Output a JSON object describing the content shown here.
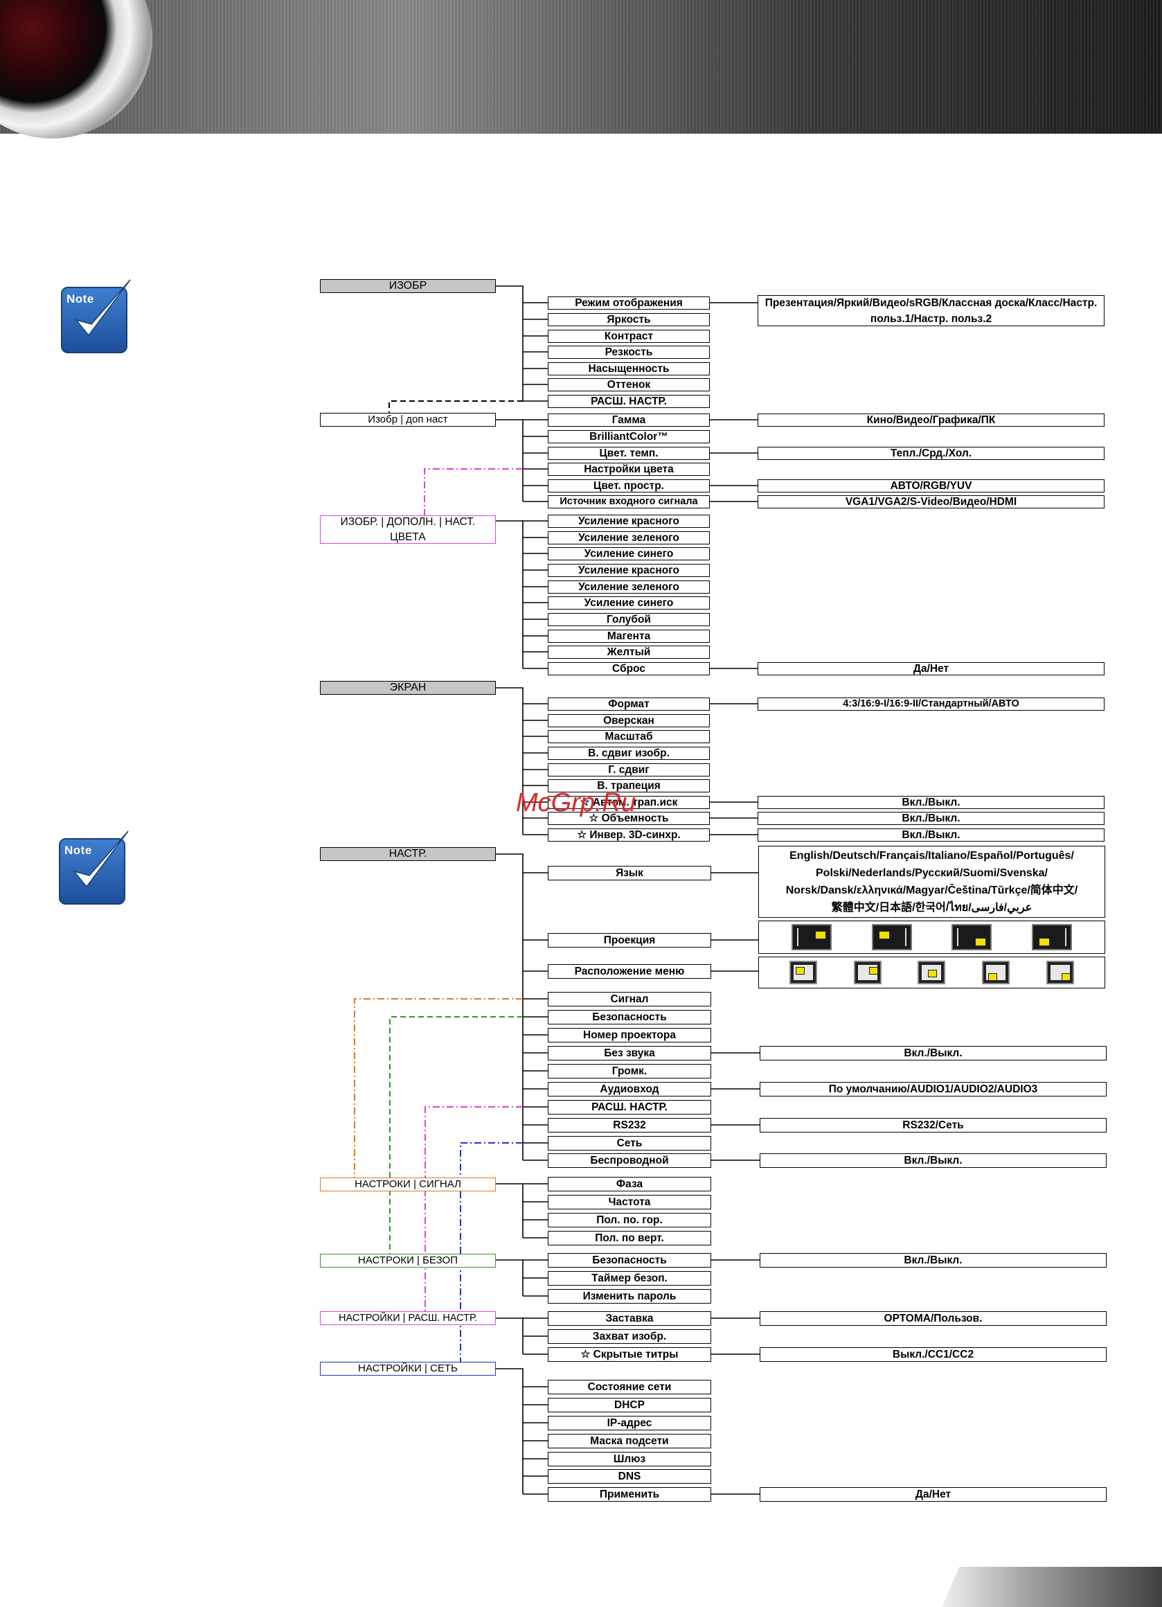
{
  "watermark": "McGrp.Ru",
  "note_label": "Note",
  "image_menu": {
    "header": "ИЗОБР",
    "items": [
      "Режим отображения",
      "Яркость",
      "Контраст",
      "Резкость",
      "Насыщенность",
      "Оттенок",
      "РАСШ. НАСТР."
    ],
    "display_mode_options": "Презентация/Яркий/Видео/sRGB/Классная доска/Класс/Настр. польз.1/Настр. польз.2"
  },
  "image_advanced": {
    "header": "Изобр | доп наст",
    "items": [
      "Гамма",
      "BrilliantColor™",
      "Цвет. темп.",
      "Настройки цвета",
      "Цвет. простр.",
      "Источник входного сигнала"
    ],
    "options": {
      "gamma": "Кино/Видео/Графика/ПК",
      "color_temp": "Тепл./Срд./Хол.",
      "color_space": "АВТО/RGB/YUV",
      "input_source": "VGA1/VGA2/S-Video/Видео/HDMI"
    }
  },
  "color_settings": {
    "header": "ИЗОБР. | ДОПОЛН. | НАСТ. ЦВЕТА",
    "items": [
      "Усиление красного",
      "Усиление зеленого",
      "Усиление синего",
      "Усиление красного",
      "Усиление зеленого",
      "Усиление синего",
      "Голубой",
      "Магента",
      "Желтый",
      "Сброс"
    ],
    "reset_options": "Да/Нет"
  },
  "screen_menu": {
    "header": "ЭКРАН",
    "items": [
      "Формат",
      "Оверскан",
      "Масштаб",
      "В. сдвиг изобр.",
      "Г. сдвиг",
      "В. трапеция",
      "☆ Автом. трап.иск",
      "☆ Объемность",
      "☆ Инвер. 3D-синхр."
    ],
    "options": {
      "format": "4:3/16:9-I/16:9-II/Стандартный/АВТО",
      "auto_keystone": "Вкл./Выкл.",
      "3d": "Вкл./Выкл.",
      "3d_sync": "Вкл./Выкл."
    }
  },
  "settings_menu": {
    "header": "НАСТР.",
    "items": [
      "Язык",
      "Проекция",
      "Расположение меню",
      "Сигнал",
      "Безопасность",
      "Номер проектора",
      "Без звука",
      "Громк.",
      "Аудиовход",
      "РАСШ. НАСТР.",
      "RS232",
      "Сеть",
      "Беспроводной"
    ],
    "language_options": [
      "English/Deutsch/Français/Italiano/Español/Português/",
      "Polski/Nederlands/Русский/Suomi/Svenska/",
      "Norsk/Dansk/ελληνικά/Magyar/Čeština/Tŭrkçe/简体中文/",
      "繁體中文/日本語/한국어/ไทย/عربي/فارسی"
    ],
    "options": {
      "mute": "Вкл./Выкл.",
      "audio_input": "По умолчанию/AUDIO1/AUDIO2/AUDIO3",
      "rs232": "RS232/Сеть",
      "wireless": "Вкл./Выкл."
    }
  },
  "signal_menu": {
    "header": "НАСТРОКИ | СИГНАЛ",
    "items": [
      "Фаза",
      "Частота",
      "Пол. по. гор.",
      "Пол. по верт."
    ]
  },
  "security_menu": {
    "header": "НАСТРОКИ | БЕЗОП",
    "items": [
      "Безопасность",
      "Таймер безоп.",
      "Изменить пароль"
    ],
    "security_options": "Вкл./Выкл."
  },
  "advanced_menu": {
    "header": "НАСТРОЙКИ | РАСШ. НАСТР.",
    "items": [
      "Заставка",
      "Захват изобр.",
      "☆ Скрытые титры"
    ],
    "options": {
      "logo": "ОРТОМА/Пользов.",
      "closed_caption": "Выкл./CC1/CC2"
    }
  },
  "network_menu": {
    "header": "НАСТРОЙКИ | СЕТЬ",
    "items": [
      "Состояние сети",
      "DHCP",
      "IP-адрес",
      "Маска подсети",
      "Шлюз",
      "DNS",
      "Применить"
    ],
    "apply_options": "Да/Нет"
  },
  "colors": {
    "header_fill": "#c6c6c6",
    "magenta": "#e040e0",
    "orange": "#e07820",
    "green": "#2a9a2a",
    "blue": "#2030d0",
    "note_blue": "#2a66b8"
  },
  "icons": [
    "note-check-icon",
    "projection-front-desktop-icon",
    "projection-rear-desktop-icon",
    "projection-front-ceiling-icon",
    "projection-rear-ceiling-icon",
    "menu-top-left-icon",
    "menu-top-right-icon",
    "menu-center-icon",
    "menu-bottom-left-icon",
    "menu-bottom-right-icon"
  ]
}
